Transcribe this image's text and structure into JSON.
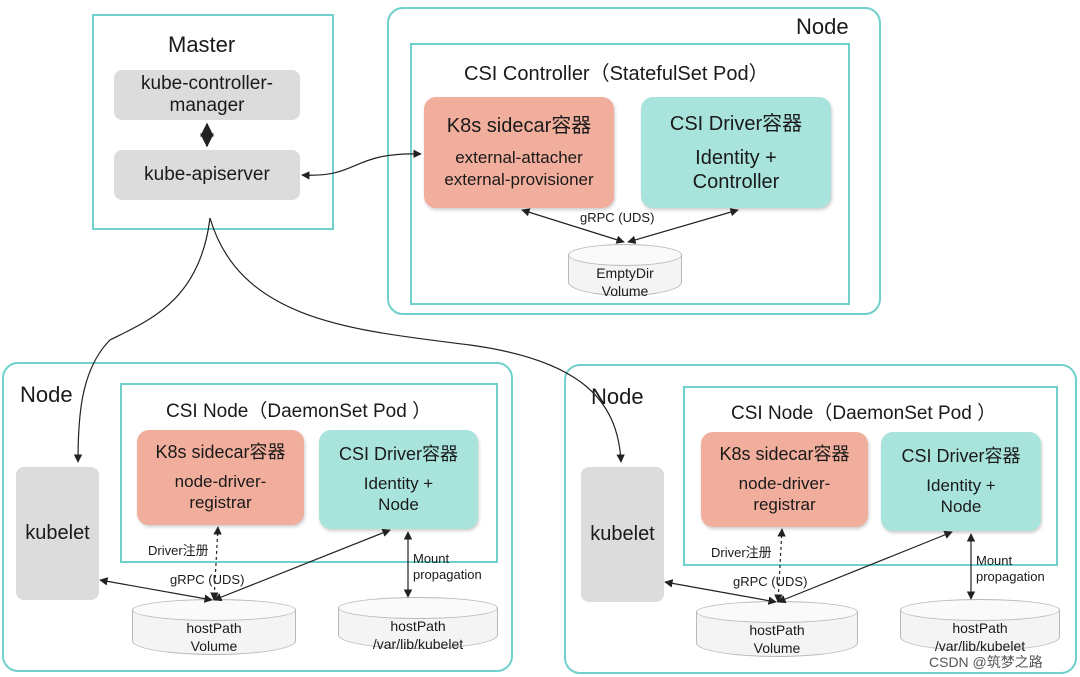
{
  "master": {
    "title": "Master",
    "controller_manager": [
      "kube-controller-",
      "manager"
    ],
    "apiserver": "kube-apiserver"
  },
  "node_top": {
    "title": "Node",
    "pod_title": "CSI Controller（StatefulSet Pod）",
    "sidecar": {
      "title": "K8s sidecar容器",
      "lines": [
        "external-attacher",
        "external-provisioner"
      ]
    },
    "driver": {
      "title": "CSI Driver容器",
      "lines": [
        "Identity +",
        "Controller"
      ]
    },
    "grpc_label": "gRPC (UDS)",
    "volume": [
      "EmptyDir",
      "Volume"
    ]
  },
  "node_left": {
    "title": "Node",
    "pod_title": "CSI Node（DaemonSet Pod ）",
    "kubelet": "kubelet",
    "sidecar": {
      "title": "K8s sidecar容器",
      "lines": [
        "node-driver-",
        "registrar"
      ]
    },
    "driver": {
      "title": "CSI Driver容器",
      "lines": [
        "Identity  +",
        "Node"
      ]
    },
    "driver_reg_label": "Driver注册",
    "grpc_label": "gRPC (UDS)",
    "mount_label": [
      "Mount",
      "propagation"
    ],
    "volume": [
      "hostPath",
      "Volume"
    ],
    "hostpath": [
      "hostPath",
      "/var/lib/kubelet"
    ]
  },
  "node_right": {
    "title": "Node",
    "pod_title": "CSI Node（DaemonSet Pod ）",
    "kubelet": "kubelet",
    "sidecar": {
      "title": "K8s sidecar容器",
      "lines": [
        "node-driver-",
        "registrar"
      ]
    },
    "driver": {
      "title": "CSI Driver容器",
      "lines": [
        "Identity  +",
        "Node"
      ]
    },
    "driver_reg_label": "Driver注册",
    "grpc_label": "gRPC (UDS)",
    "mount_label": [
      "Mount",
      "propagation"
    ],
    "volume": [
      "hostPath",
      "Volume"
    ],
    "hostpath": [
      "hostPath",
      "/var/lib/kubelet"
    ]
  },
  "watermark": "CSDN @筑梦之路",
  "colors": {
    "frame": "#6fd0cc",
    "sidecar": "#f2ae9c",
    "driver": "#a8e4dc",
    "gray_box": "#dcdcdc"
  }
}
